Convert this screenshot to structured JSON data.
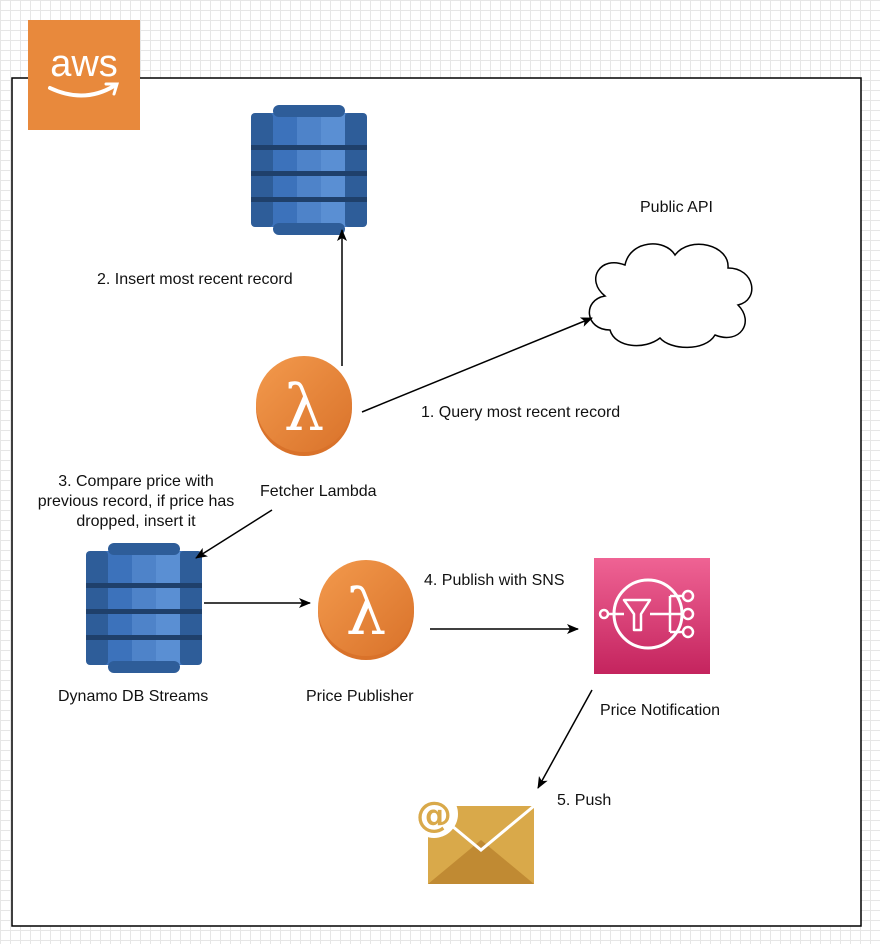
{
  "aws_logo": {
    "text": "aws",
    "color": "#E8893C"
  },
  "nodes": {
    "dynamodb_top": {
      "icon": "dynamodb-icon"
    },
    "public_api": {
      "label": "Public API",
      "icon": "cloud-icon"
    },
    "fetcher_lambda": {
      "label": "Fetcher Lambda",
      "icon": "lambda-icon"
    },
    "dynamo_streams": {
      "label": "Dynamo DB Streams",
      "icon": "dynamodb-icon"
    },
    "price_publisher": {
      "label": "Price Publisher",
      "icon": "lambda-icon"
    },
    "price_notification": {
      "label": "Price Notification",
      "icon": "sns-icon"
    },
    "email": {
      "icon": "email-icon",
      "symbol": "@"
    }
  },
  "edges": {
    "query": "1. Query most recent record",
    "insert": "2. Insert most recent record",
    "compare": "3. Compare price with\nprevious record, if price has\ndropped, insert it",
    "publish": "4. Publish with SNS",
    "push": "5. Push"
  },
  "colors": {
    "dynamo_dark": "#2E5D99",
    "dynamo_mid": "#3C72BB",
    "dynamo_light": "#5A8FD3",
    "lambda_orange": "#E8893C",
    "sns_pink": "#D93671",
    "email_gold": "#D9A94A"
  }
}
